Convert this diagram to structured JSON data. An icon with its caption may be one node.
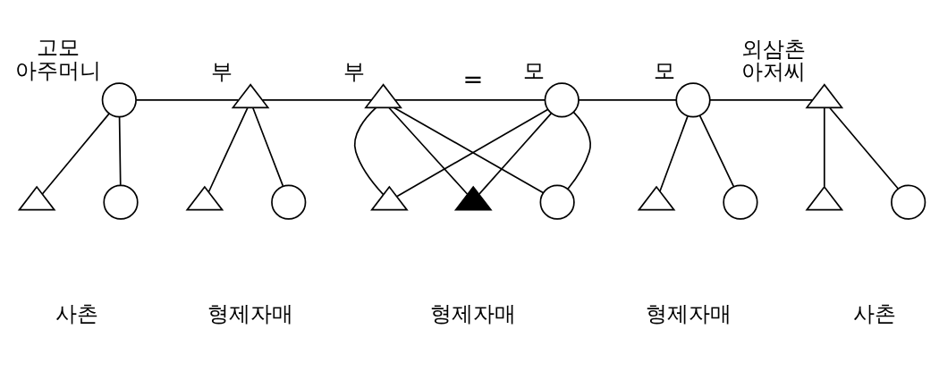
{
  "diagram": {
    "nodes": [
      {
        "text": [],
        "shape": "circle",
        "beside": [
          "고모 아주머니"
        ]
      },
      {
        "text": [],
        "shape": "triangle",
        "beside": [
          "부"
        ]
      },
      {
        "text": [],
        "shape": "triangle",
        "beside": [
          "부"
        ]
      },
      {
        "text": [],
        "shape": "circle",
        "beside": [
          "모"
        ]
      },
      {
        "text": [],
        "shape": "circle",
        "beside": [
          "모"
        ]
      },
      {
        "text": [],
        "shape": "triangle",
        "beside": [
          "외삼촌 아저씨"
        ]
      },
      {
        "text": [],
        "shape": "triangle"
      },
      {
        "text": [],
        "shape": "circle"
      },
      {
        "text": [],
        "shape": "triangle"
      },
      {
        "text": [],
        "shape": "circle"
      },
      {
        "text": [],
        "shape": "triangle"
      },
      {
        "text": [],
        "shape": "filled-triangle"
      },
      {
        "text": [],
        "shape": "circle"
      },
      {
        "text": [],
        "shape": "triangle"
      },
      {
        "text": [],
        "shape": "circle"
      },
      {
        "text": [],
        "shape": "triangle"
      },
      {
        "text": [],
        "shape": "circle"
      }
    ],
    "edges": [
      {
        "from": 0,
        "to": 1,
        "arrow": "none"
      },
      {
        "from": 1,
        "to": 2,
        "arrow": "none"
      },
      {
        "from": 2,
        "to": 3,
        "arrow": "none",
        "label": "="
      },
      {
        "from": 3,
        "to": 4,
        "arrow": "none"
      },
      {
        "from": 4,
        "to": 5,
        "arrow": "none"
      },
      {
        "from": 0,
        "to": 6,
        "arrow": "none"
      },
      {
        "from": 0,
        "to": 7,
        "arrow": "none"
      },
      {
        "from": 1,
        "to": 8,
        "arrow": "none"
      },
      {
        "from": 1,
        "to": 9,
        "arrow": "none"
      },
      {
        "from": 2,
        "to": 10,
        "arrow": "none"
      },
      {
        "from": 2,
        "to": 11,
        "arrow": "none"
      },
      {
        "from": 2,
        "to": 12,
        "arrow": "none"
      },
      {
        "from": 3,
        "to": 10,
        "arrow": "none"
      },
      {
        "from": 3,
        "to": 11,
        "arrow": "none"
      },
      {
        "from": 3,
        "to": 12,
        "arrow": "none"
      },
      {
        "from": 4,
        "to": 13,
        "arrow": "none"
      },
      {
        "from": 4,
        "to": 14,
        "arrow": "none"
      },
      {
        "from": 5,
        "to": 15,
        "arrow": "none"
      },
      {
        "from": 5,
        "to": 16,
        "arrow": "none"
      }
    ],
    "labels": [
      "사촌",
      "형제자매",
      "형제자매",
      "형제자매",
      "사촌"
    ]
  }
}
